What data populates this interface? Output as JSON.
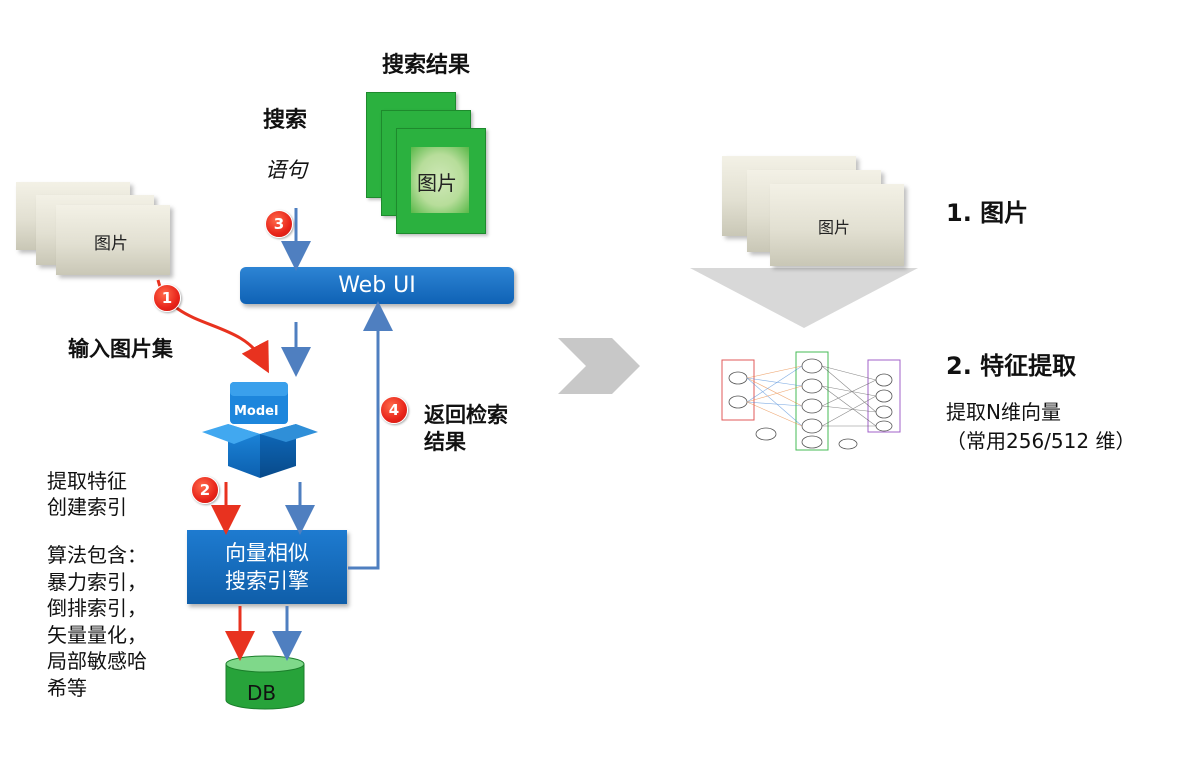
{
  "left": {
    "input_images_label": "图片",
    "input_caption": "输入图片集",
    "model_label": "Model",
    "extract_lines": [
      "提取特征",
      "创建索引"
    ],
    "algo_lines": [
      "算法包含：",
      "暴力索引，",
      "倒排索引，",
      "矢量量化，",
      "局部敏感哈",
      "希等"
    ],
    "engine_lines": [
      "向量相似",
      "搜索引擎"
    ],
    "db_label": "DB",
    "webui_label": "Web UI",
    "search_title": "搜索",
    "search_sub": "语句",
    "results_title": "搜索结果",
    "results_card_label": "图片",
    "return_lines": [
      "返回检索",
      "结果"
    ],
    "badges": [
      "1",
      "2",
      "3",
      "4"
    ]
  },
  "right": {
    "image_card_label": "图片",
    "step1": "1. 图片",
    "step2": "2. 特征提取",
    "step2_desc_lines": [
      "提取N维向量",
      "（常用256/512 维）"
    ]
  },
  "colors": {
    "flow_blue": "#4f7fc0",
    "flow_red": "#e8321f",
    "box_blue": "#1068bb",
    "green": "#2bb13f"
  }
}
